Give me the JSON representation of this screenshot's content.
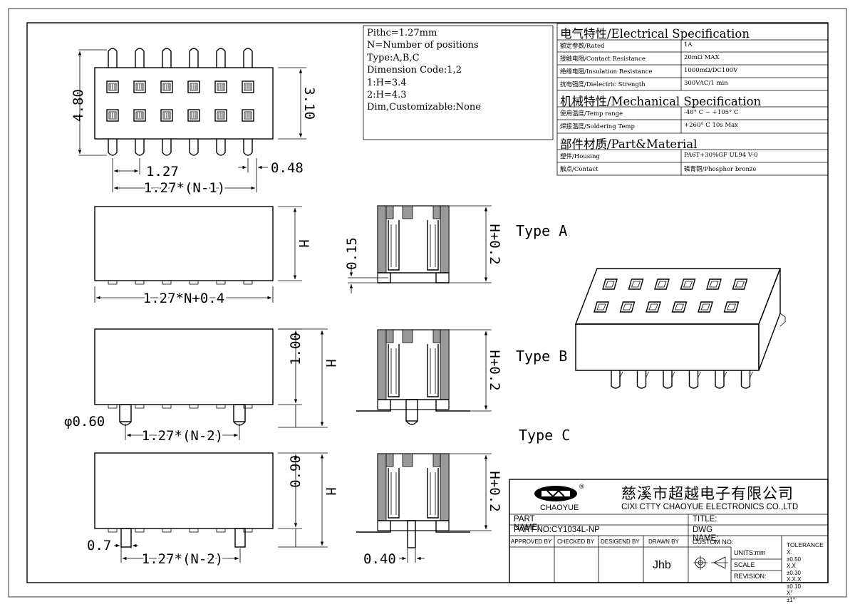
{
  "notes": [
    "Pithc=1.27mm",
    "N=Number of positions",
    "Type:A,B,C",
    "Dimension Code:1,2",
    "1:H=3.4",
    "2:H=4.3",
    "Dim,Customizable:None"
  ],
  "spec": {
    "electrical_title": "电气特性/Electrical Specification",
    "electrical_rows": [
      {
        "label": "额定参数/Rated",
        "value": "1A"
      },
      {
        "label": "接触电阻/Contact Resistance",
        "value": "20mΩ MAX"
      },
      {
        "label": "绝缘电阻/Insulation Resistance",
        "value": "1000mΩ/DC100V"
      },
      {
        "label": "抗电强度/Dielectric Strength",
        "value": "300VAC/1 min"
      }
    ],
    "mechanical_title": "机械特性/Mechanical Specification",
    "mechanical_rows": [
      {
        "label": "使用温度/Temp range",
        "value": "-40° C ~ +105° C"
      },
      {
        "label": "焊接温度/Soldering Temp",
        "value": "+260° C  10s Max"
      }
    ],
    "material_title": "部件材质/Part&Material",
    "material_rows": [
      {
        "label": "塑件/Housing",
        "value": "PA6T+30%GF  UL94  V-0"
      },
      {
        "label": "触点/Contact",
        "value": "磷青铜/Phosphor bronze"
      }
    ]
  },
  "dims": {
    "height_total": "4.80",
    "height_body": "3.10",
    "pitch": "1.27",
    "pin_width": "0.48",
    "pitch_n1": "1.27*(N-1)",
    "h": "H",
    "length_total": "1.27*N+0.4",
    "offset": "0.15",
    "h_plus": "H+0.2",
    "b_height": "1.00",
    "b_h": "H",
    "b_post": "φ0.60",
    "b_pitch": "1.27*(N-2)",
    "b_h_plus": "H+0.2",
    "c_height": "0.90",
    "c_h": "H",
    "c_post": "0.7",
    "c_pitch": "1.27*(N-2)",
    "c_h_plus": "H+0.2",
    "c_pin": "0.40"
  },
  "types": {
    "a": "Type A",
    "b": "Type B",
    "c": "Type C"
  },
  "title_block": {
    "logo_text": "CHAOYUE",
    "company_cn": "慈溪市超越电子有限公司",
    "company_en": "CIXI CTTY CHAOYUE ELECTRONICS CO.,LTD",
    "part_name_label": "PART NAME:",
    "title_label": "TITLE:",
    "part_no_label": "PART NO:CY1034L-NP",
    "dwg_name_label": "DWG NAME:",
    "approved_by": "APPROVED BY",
    "checked_by": "CHECKED BY",
    "designed_by": "DESIGEND BY",
    "drawn_by": "DRAWN BY",
    "drawn_by_value": "Jhb",
    "custom_no": "CUSTOM NO:",
    "units": "UNITS:mm",
    "scale": "SCALE",
    "revision": "REVISION:",
    "tolerance_title": "TOLERANCE",
    "tolerance_rows": [
      {
        "k": "X.",
        "v": "±0.50"
      },
      {
        "k": "X.X",
        "v": "±0.30"
      },
      {
        "k": "X.X.X",
        "v": "±0.10"
      },
      {
        "k": "X°",
        "v": "±1°"
      }
    ]
  }
}
